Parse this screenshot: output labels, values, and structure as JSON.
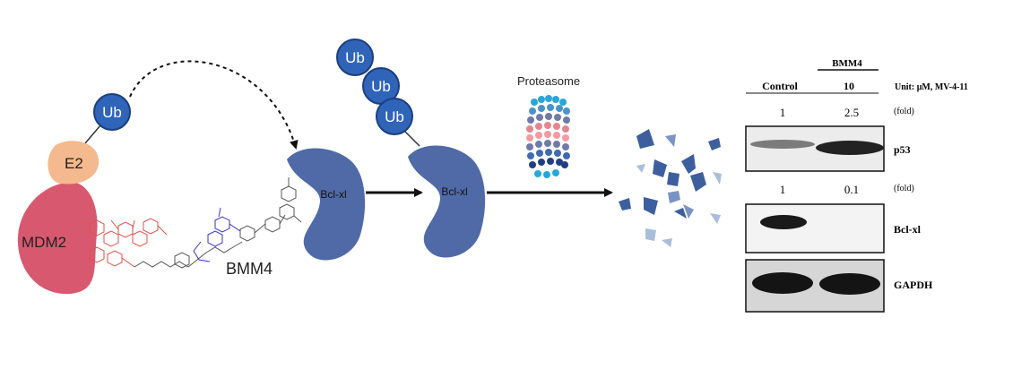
{
  "diagram": {
    "labels": {
      "ub": "Ub",
      "e2": "E2",
      "mdm2": "MDM2",
      "bclxl": "Bcl-xl",
      "bmm4": "BMM4",
      "proteasome": "Proteasome"
    },
    "colors": {
      "ub_fill": "#2f64b9",
      "ub_stroke": "#1c3f7d",
      "e2_fill": "#f4b98e",
      "mdm2_fill": "#d8596f",
      "bclxl_fill": "#4f6aa6",
      "red_ligand": "#e2504a",
      "blue_ligand": "#3636c4",
      "fragment_dark": "#3d5f9e",
      "fragment_light": "#a9bedb"
    }
  },
  "blot": {
    "treatment_header": "BMM4",
    "columns": [
      "Control",
      "10"
    ],
    "unit": "Unit: μM, MV-4-11",
    "rows": [
      {
        "fold_values": [
          "1",
          "2.5"
        ],
        "fold_label": "(fold)",
        "protein": "p53"
      },
      {
        "fold_values": [
          "1",
          "0.1"
        ],
        "fold_label": "(fold)",
        "protein": "Bcl-xl"
      },
      {
        "fold_values": null,
        "fold_label": null,
        "protein": "GAPDH"
      }
    ]
  }
}
